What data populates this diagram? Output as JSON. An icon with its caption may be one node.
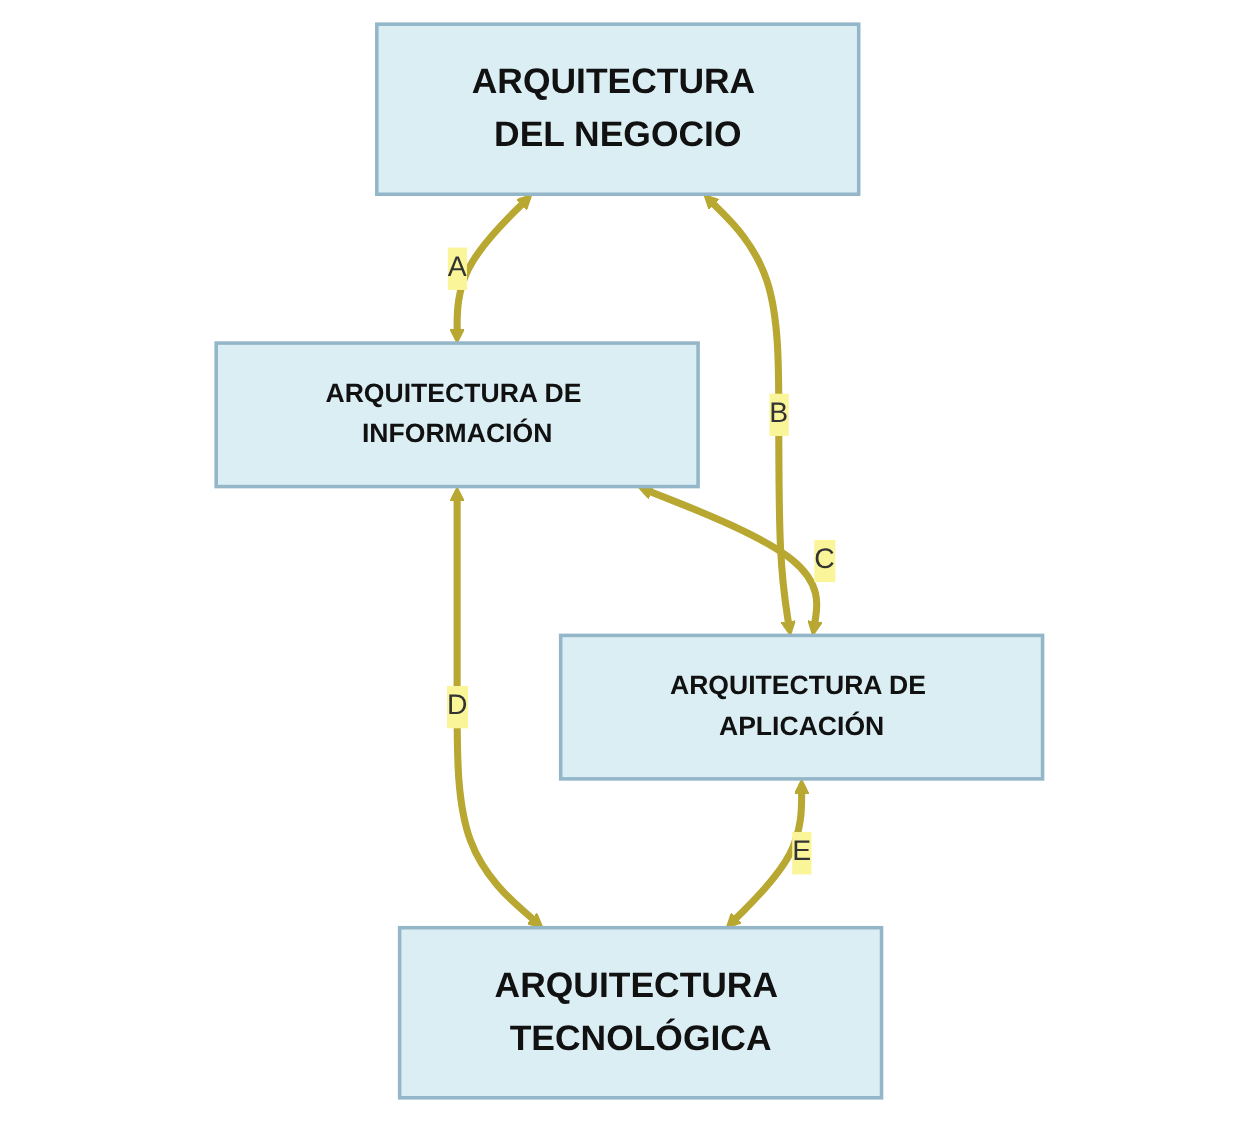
{
  "diagram": {
    "nodes": [
      {
        "text": [
          "ARQUITECTURA DEL NEGOCIO"
        ]
      },
      {
        "text": [
          "ARQUITECTURA DE INFORMACIÓN"
        ]
      },
      {
        "text": [
          "ARQUITECTURA DE APLICACIÓN"
        ]
      },
      {
        "text": [
          "ARQUITECTURA TECNOLÓGICA"
        ]
      }
    ],
    "edges": [
      {
        "from": 0,
        "to": 1,
        "arrow": "both",
        "label": "A"
      },
      {
        "from": 0,
        "to": 2,
        "arrow": "both",
        "label": "B"
      },
      {
        "from": 1,
        "to": 2,
        "arrow": "both",
        "label": "C"
      },
      {
        "from": 1,
        "to": 3,
        "arrow": "both",
        "label": "D"
      },
      {
        "from": 2,
        "to": 3,
        "arrow": "both",
        "label": "E"
      }
    ]
  }
}
